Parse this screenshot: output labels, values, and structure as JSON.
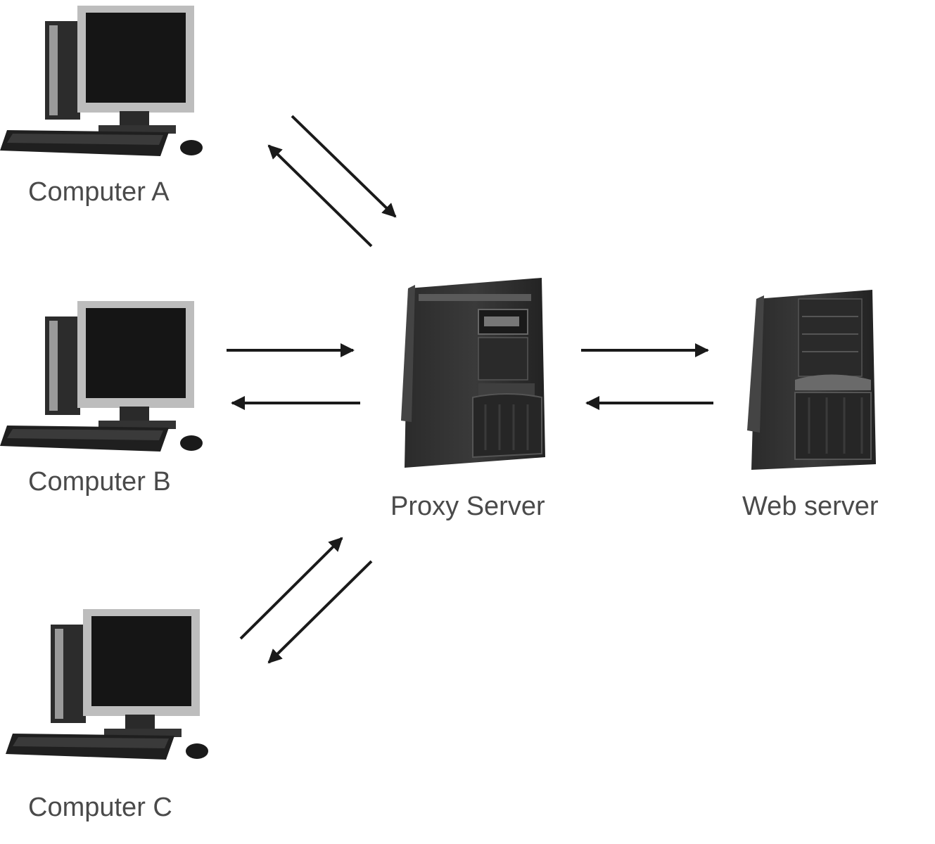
{
  "nodes": {
    "computer_a": {
      "label": "Computer A",
      "icon": "desktop-computer-icon"
    },
    "computer_b": {
      "label": "Computer B",
      "icon": "desktop-computer-icon"
    },
    "computer_c": {
      "label": "Computer C",
      "icon": "desktop-computer-icon"
    },
    "proxy": {
      "label": "Proxy Server",
      "icon": "tower-server-icon"
    },
    "web": {
      "label": "Web server",
      "icon": "tower-server-icon"
    }
  },
  "connections": [
    {
      "from": "computer_a",
      "to": "proxy",
      "direction": "both"
    },
    {
      "from": "computer_b",
      "to": "proxy",
      "direction": "both"
    },
    {
      "from": "computer_c",
      "to": "proxy",
      "direction": "both"
    },
    {
      "from": "proxy",
      "to": "web",
      "direction": "both"
    }
  ],
  "colors": {
    "background": "#ffffff",
    "label": "#4a4a4a",
    "arrow": "#1a1a1a",
    "device_dark": "#1c1c1c",
    "device_frame": "#b5b5b5"
  }
}
